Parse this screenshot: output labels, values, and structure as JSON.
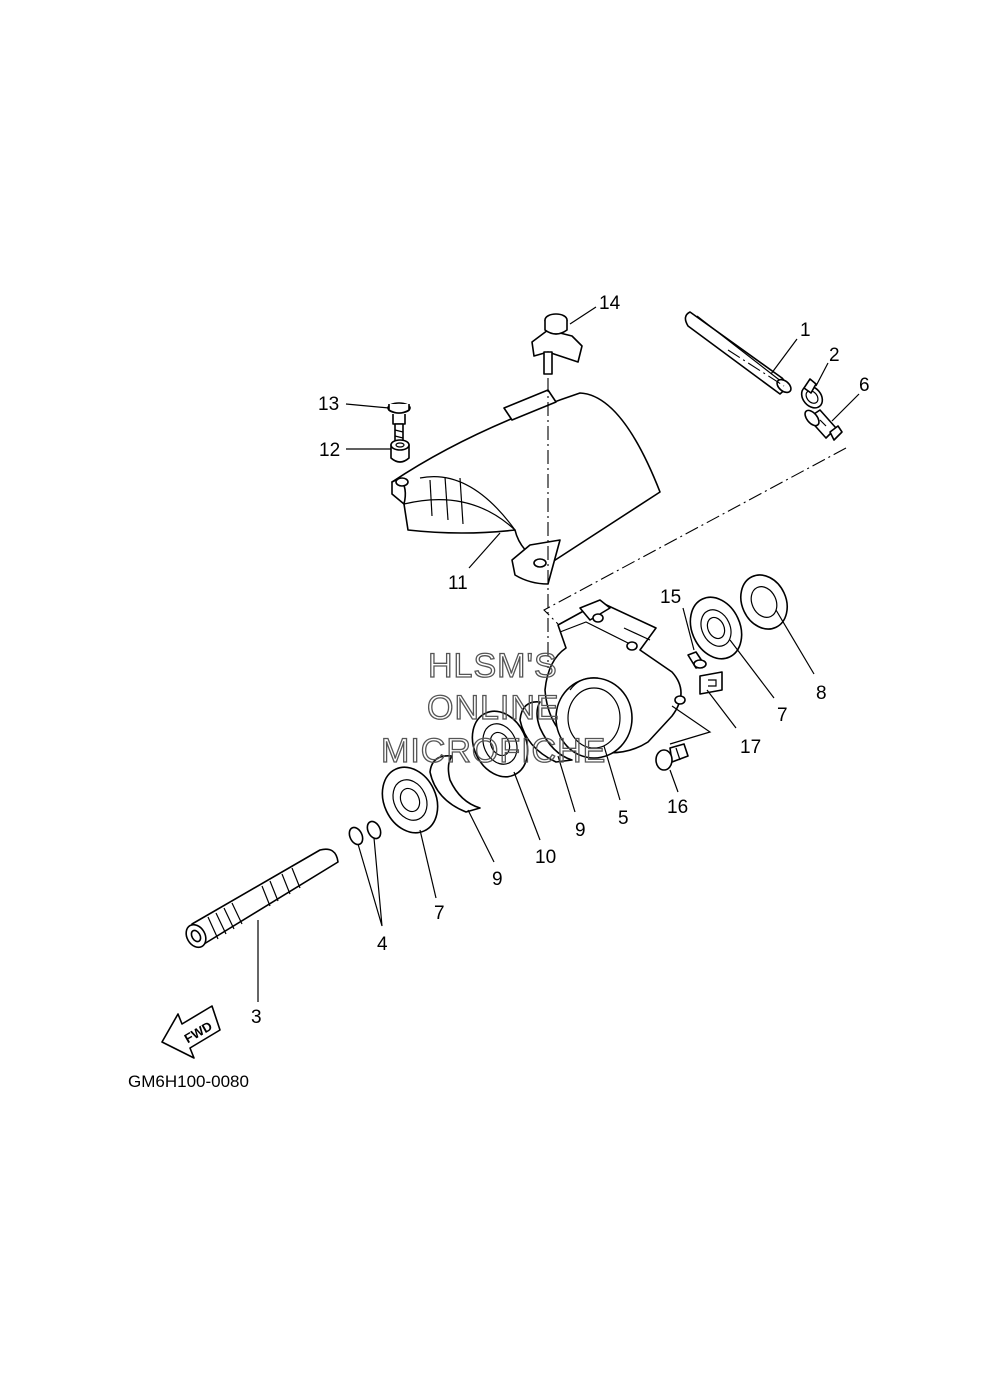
{
  "diagram": {
    "callouts": {
      "c1": "1",
      "c2": "2",
      "c3": "3",
      "c4": "4",
      "c5": "5",
      "c6": "6",
      "c7a": "7",
      "c7b": "7",
      "c8": "8",
      "c9a": "9",
      "c9b": "9",
      "c10": "10",
      "c11": "11",
      "c12": "12",
      "c13": "13",
      "c14": "14",
      "c15": "15",
      "c16": "16",
      "c17": "17"
    },
    "direction_label": "FWD",
    "figure_code": "GM6H100-0080",
    "watermark": {
      "line1": "HLSM'S",
      "line2": "ONLINE",
      "line3": "MICROFICHE"
    }
  }
}
